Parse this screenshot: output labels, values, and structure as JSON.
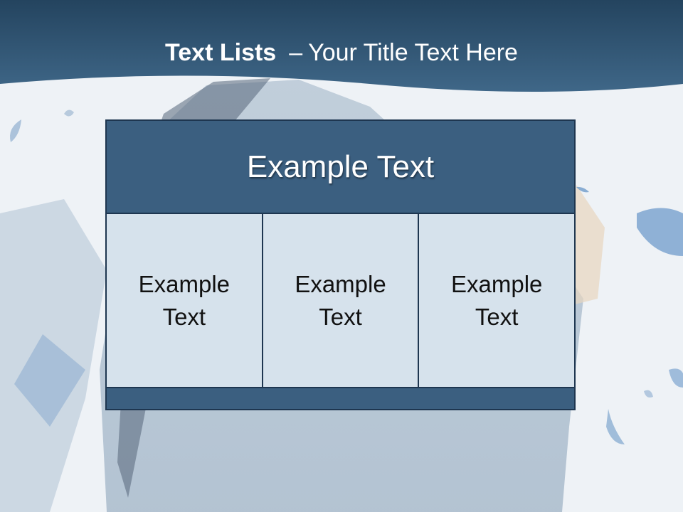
{
  "slide": {
    "title_bold": "Text Lists",
    "title_dash": "–",
    "title_rest": "Your Title Text Here"
  },
  "box": {
    "header": "Example Text",
    "columns": [
      {
        "text": "Example Text"
      },
      {
        "text": "Example Text"
      },
      {
        "text": "Example Text"
      }
    ]
  },
  "colors": {
    "header_band": "#3b5f80",
    "cell_fill": "#d6e2ec",
    "border": "#1e3650"
  }
}
